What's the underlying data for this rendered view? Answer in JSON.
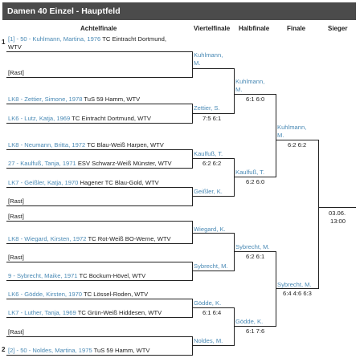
{
  "title": "Damen 40 Einzel - Hauptfeld",
  "headers": {
    "r1": "Achtelfinale",
    "r2": "Viertelfinale",
    "r3": "Halbfinale",
    "r4": "Finale",
    "r5": "Sieger"
  },
  "r1": [
    {
      "seed": "1",
      "l1": "[1] - 50 - Kuhlmann, Martina, 1976",
      "c1": " TC Eintracht Dortmund,",
      "l2": "WTV"
    },
    {
      "bye": "[Rast]"
    },
    {
      "link": "LK8 - Zettier, Simone, 1978",
      "club": " TuS 59 Hamm, WTV"
    },
    {
      "link": "LK6 - Lutz, Katja, 1969",
      "club": " TC Eintracht Dortmund, WTV"
    },
    {
      "link": "LK8 - Neumann, Britta, 1972",
      "club": " TC Blau-Weiß Harpen, WTV"
    },
    {
      "link": "27 - Kaulfuß, Tanja, 1971",
      "club": " ESV Schwarz-Weiß Münster, WTV"
    },
    {
      "link": "LK7 - Geißler, Katja, 1970",
      "club": " Hagener TC Blau-Gold, WTV"
    },
    {
      "bye": "[Rast]"
    },
    {
      "bye": "[Rast]"
    },
    {
      "link": "LK8 - Wiegard, Kirsten, 1972",
      "club": " TC Rot-Weiß BO-Werne, WTV"
    },
    {
      "bye": "[Rast]"
    },
    {
      "link": "9 - Sybrecht, Maike, 1971",
      "club": " TC Bockum-Hövel, WTV"
    },
    {
      "link": "LK6 - Gödde, Kirsten, 1970",
      "club": " TC Lössel-Roden, WTV"
    },
    {
      "link": "LK7 - Luther, Tanja, 1969",
      "club": " TC Grün-Weiß Hiddesen, WTV"
    },
    {
      "bye": "[Rast]"
    },
    {
      "seed": "2",
      "link": "[2] - 50 - Noldes, Martina, 1975",
      "club": " TuS 59 Hamm, WTV"
    }
  ],
  "r2": [
    {
      "name": "Kuhlmann,",
      "name2": "M.",
      "score": ""
    },
    {
      "name": "Zettier, S.",
      "score": "7:5 6:1"
    },
    {
      "name": "Kaulfuß, T.",
      "score": "6:2 6:2"
    },
    {
      "name": "Geißler, K.",
      "score": ""
    },
    {
      "name": "Wiegard, K.",
      "score": ""
    },
    {
      "name": "Sybrecht, M.",
      "score": ""
    },
    {
      "name": "Gödde, K.",
      "score": "6:1 6:4"
    },
    {
      "name": "Noldes, M.",
      "score": ""
    }
  ],
  "r3": [
    {
      "name": "Kuhlmann,",
      "name2": "M.",
      "score": "6:1 6:0"
    },
    {
      "name": "Kaulfuß, T.",
      "score": "6:2 6:0"
    },
    {
      "name": "Sybrecht, M.",
      "score": "6:2 6:1"
    },
    {
      "name": "Gödde, K.",
      "score": "6:1 7:6"
    }
  ],
  "r4": [
    {
      "name": "Kuhlmann,",
      "name2": "M.",
      "score": "6:2 6:2"
    },
    {
      "name": "Sybrecht, M.",
      "score": "6:4 4:6 6:3"
    }
  ],
  "winner": {
    "date": "03.06.",
    "time": "13:00"
  },
  "colors": {
    "title_bg": "#4b4b4b",
    "link": "#4a8ab5"
  }
}
